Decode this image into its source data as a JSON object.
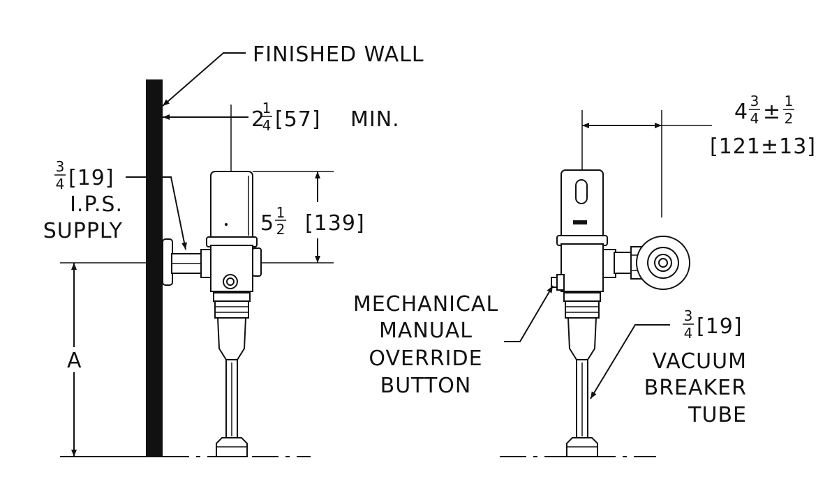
{
  "left_view": {
    "finished_wall": "FINISHED WALL",
    "min_distance": {
      "whole": "2",
      "num": "1",
      "den": "4",
      "metric": "[57]",
      "suffix": "MIN."
    },
    "height": {
      "whole": "5",
      "num": "1",
      "den": "2",
      "metric": "[139]"
    },
    "supply": {
      "num": "3",
      "den": "4",
      "metric": "[19]",
      "line2": "I.P.S.",
      "line3": "SUPPLY"
    },
    "dimension_a": "A"
  },
  "right_view": {
    "offset": {
      "whole": "4",
      "num": "3",
      "den": "4",
      "tol_sign": "±",
      "tol_num": "1",
      "tol_den": "2",
      "metric": "[121±13]"
    },
    "override": {
      "line1": "MECHANICAL",
      "line2": "MANUAL",
      "line3": "OVERRIDE",
      "line4": "BUTTON"
    },
    "vacuum": {
      "num": "3",
      "den": "4",
      "metric": "[19]",
      "line2": "VACUUM",
      "line3": "BREAKER",
      "line4": "TUBE"
    }
  }
}
